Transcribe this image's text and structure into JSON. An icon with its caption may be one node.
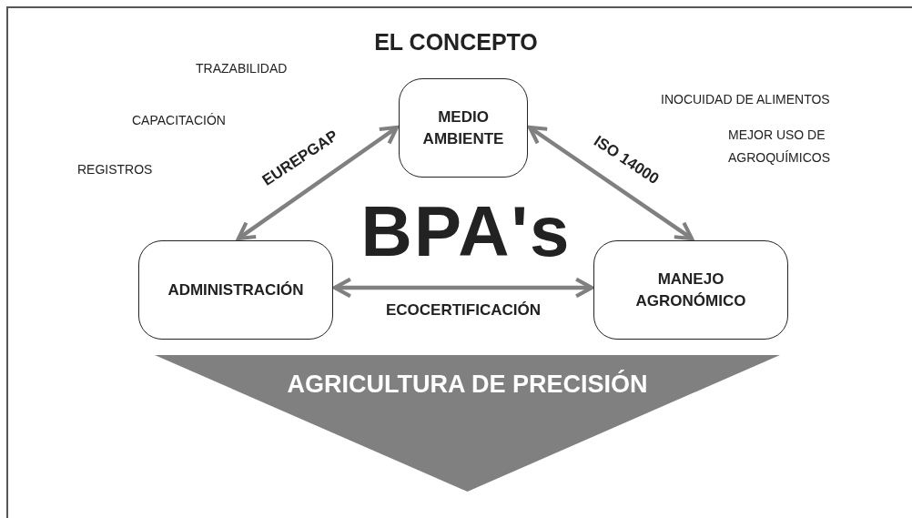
{
  "diagram": {
    "title": "EL CONCEPTO",
    "nodes": [
      {
        "text": [
          "MEDIO AMBIENTE"
        ]
      },
      {
        "text": [
          "ADMINISTRACIÓN"
        ]
      },
      {
        "text": [
          "MANEJO AGRONÓMICO"
        ]
      },
      {
        "text": [
          "AGRICULTURA DE PRECISIÓN"
        ]
      }
    ],
    "edges": [
      {
        "from": 0,
        "to": 1,
        "arrow": "both",
        "label": "EUREPGAP"
      },
      {
        "from": 0,
        "to": 2,
        "arrow": "both",
        "label": "ISO 14000"
      },
      {
        "from": 1,
        "to": 2,
        "arrow": "both",
        "label": "ECOCERTIFICACIÓN"
      }
    ],
    "labels": [
      "TRAZABILIDAD",
      "INOCUIDAD DE ALIMENTOS",
      "CAPACITACIÓN",
      "MEJOR USO DE AGROQUÍMICOS",
      "REGISTROS",
      "BPA's"
    ]
  }
}
